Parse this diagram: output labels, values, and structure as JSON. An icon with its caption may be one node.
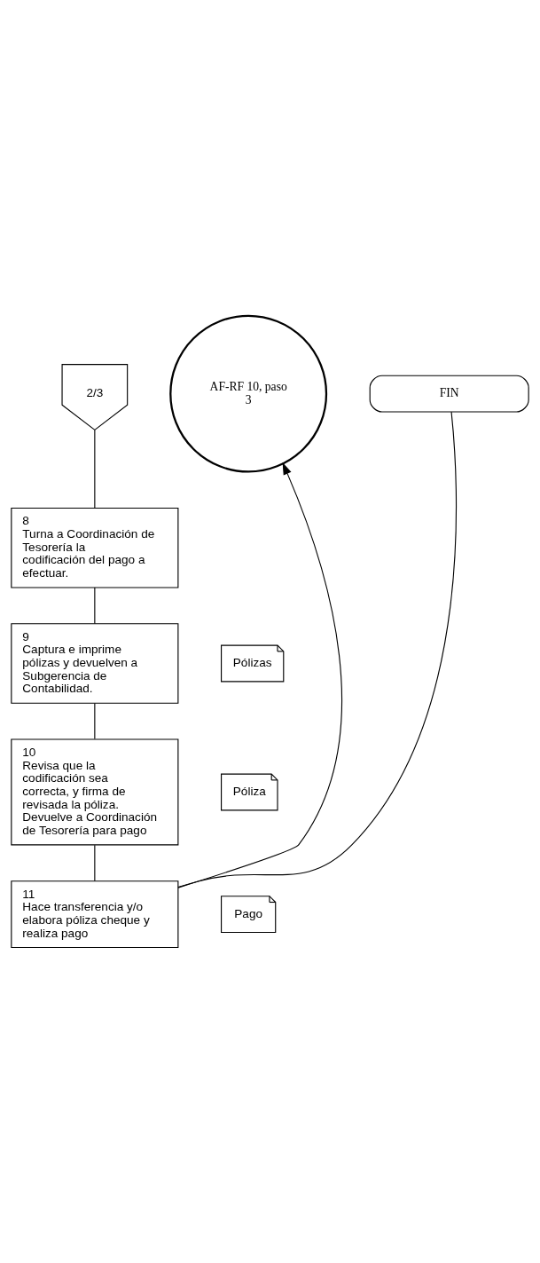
{
  "diagram": {
    "nodes": [
      {
        "text": [
          "2/3"
        ]
      },
      {
        "text": [
          "8",
          "Turna a Coordinación de Tesorería la codificación del pago a efectuar."
        ]
      },
      {
        "text": [
          "9",
          "Captura e imprime pólizas y devuelven a Subgerencia de Contabilidad."
        ]
      },
      {
        "text": [
          "Pólizas"
        ]
      },
      {
        "text": [
          "10",
          "Revisa que la codificación sea correcta, y firma de revisada la póliza. Devuelve a Coordinación de Tesorería para pago"
        ]
      },
      {
        "text": [
          "Póliza"
        ]
      },
      {
        "text": [
          "11",
          "Hace transferencia y/o elabora póliza cheque y realiza pago"
        ]
      },
      {
        "text": [
          "AF-RF 10, paso 3"
        ]
      },
      {
        "text": [
          "Pago"
        ]
      },
      {
        "text": [
          "FIN"
        ]
      }
    ],
    "edges": [
      {
        "from": 0,
        "to": 1,
        "arrow": "none"
      },
      {
        "from": 1,
        "to": 2,
        "arrow": "none"
      },
      {
        "from": 2,
        "to": 4,
        "arrow": "none"
      },
      {
        "from": 4,
        "to": 6,
        "arrow": "none"
      },
      {
        "from": 6,
        "to": 7,
        "arrow": "to"
      },
      {
        "from": 6,
        "to": 9,
        "arrow": "none"
      }
    ]
  }
}
